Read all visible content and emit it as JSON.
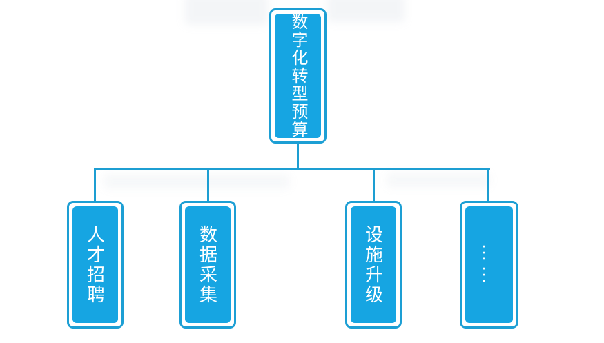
{
  "diagram": {
    "type": "tree",
    "root": {
      "label": "数字化转型预算"
    },
    "children": [
      {
        "label": "人才招聘"
      },
      {
        "label": "数据采集"
      },
      {
        "label": "设施升级"
      },
      {
        "label": "……",
        "note": "ellipsis-placeholder-node"
      }
    ],
    "colors": {
      "node_fill": "#16a5e2",
      "node_border": "#1d9fd4",
      "connector": "#1d9ed2",
      "text": "#ffffff",
      "background": "#ffffff"
    }
  }
}
